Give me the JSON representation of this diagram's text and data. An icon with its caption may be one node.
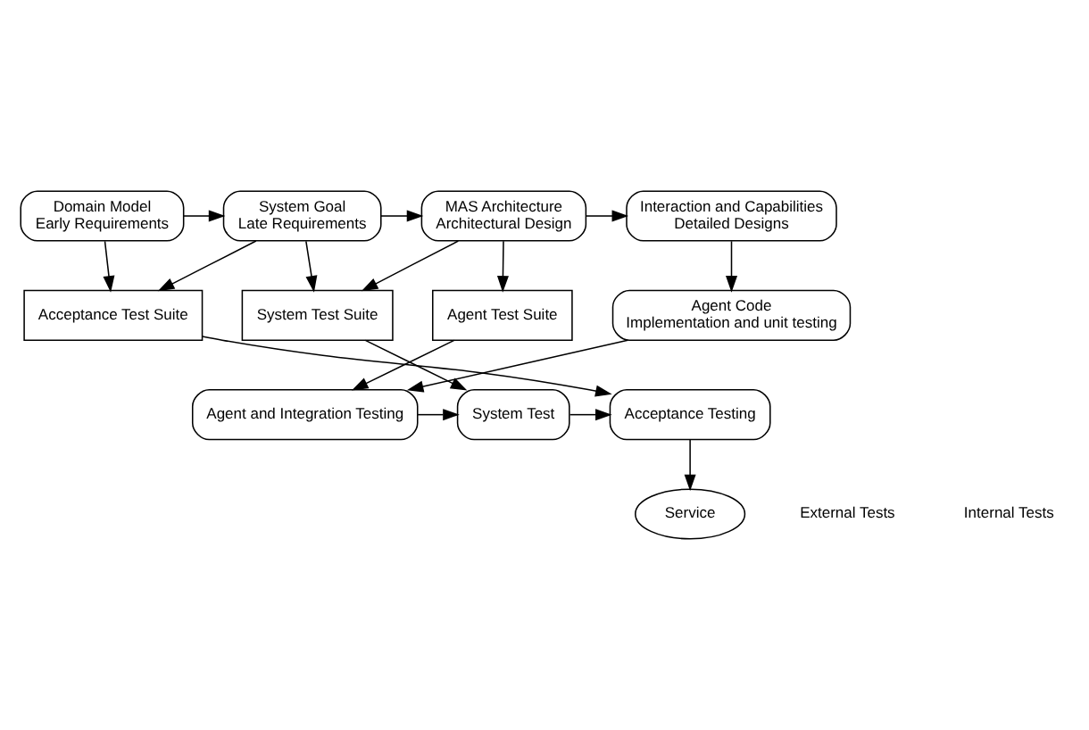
{
  "diagram": {
    "nodes": [
      {
        "text": [
          "Domain Model",
          "Early Requirements"
        ]
      },
      {
        "text": [
          "System Goal",
          "Late Requirements"
        ]
      },
      {
        "text": [
          "MAS Architecture",
          "Architectural Design"
        ]
      },
      {
        "text": [
          "Interaction and Capabilities",
          "Detailed Designs"
        ]
      },
      {
        "text": [
          "Agent Code",
          "Implementation and unit testing"
        ]
      },
      {
        "text": [
          "Acceptance Test Suite"
        ]
      },
      {
        "text": [
          "System Test Suite"
        ]
      },
      {
        "text": [
          "Agent Test Suite"
        ]
      },
      {
        "text": [
          "Acceptance Testing"
        ]
      },
      {
        "text": [
          "System Test"
        ]
      },
      {
        "text": [
          "Agent and Integration Testing"
        ]
      },
      {
        "text": [
          "Service"
        ]
      }
    ],
    "edges": [
      {
        "from": 0,
        "to": 1,
        "arrow": "to"
      },
      {
        "from": 1,
        "to": 2,
        "arrow": "to"
      },
      {
        "from": 2,
        "to": 3,
        "arrow": "to"
      },
      {
        "from": 0,
        "to": 5,
        "arrow": "to"
      },
      {
        "from": 1,
        "to": 5,
        "arrow": "to"
      },
      {
        "from": 1,
        "to": 6,
        "arrow": "to"
      },
      {
        "from": 2,
        "to": 6,
        "arrow": "to"
      },
      {
        "from": 2,
        "to": 7,
        "arrow": "to"
      },
      {
        "from": 3,
        "to": 4,
        "arrow": "to"
      },
      {
        "from": 5,
        "to": 8,
        "arrow": "to"
      },
      {
        "from": 6,
        "to": 9,
        "arrow": "to"
      },
      {
        "from": 7,
        "to": 10,
        "arrow": "to"
      },
      {
        "from": 4,
        "to": 10,
        "arrow": "to"
      },
      {
        "from": 10,
        "to": 9,
        "arrow": "to"
      },
      {
        "from": 9,
        "to": 8,
        "arrow": "to"
      },
      {
        "from": 8,
        "to": 11,
        "arrow": "to"
      }
    ],
    "labels": [
      "External Tests",
      "Internal Tests"
    ]
  }
}
